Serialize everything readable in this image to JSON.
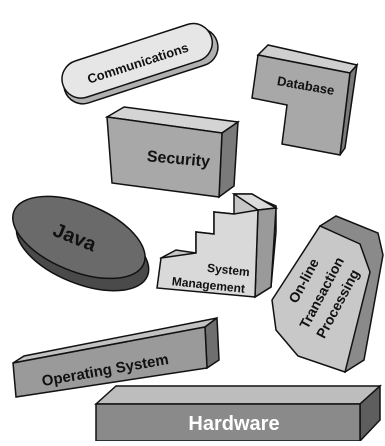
{
  "components": {
    "communications": {
      "label": "Communications"
    },
    "database": {
      "label": "Database"
    },
    "security": {
      "label": "Security"
    },
    "java": {
      "label": "Java"
    },
    "system_management": {
      "label_line1": "System",
      "label_line2": "Management"
    },
    "oltp": {
      "label_line1": "On-line",
      "label_line2": "Transaction",
      "label_line3": "Processing"
    },
    "operating_system": {
      "label": "Operating System"
    },
    "hardware": {
      "label": "Hardware"
    }
  },
  "colors": {
    "outline": "#111111",
    "light_face": "#d9d9d9",
    "mid_face": "#a8a8a8",
    "dark_face": "#7a7a7a",
    "java_face": "#6a6a6a",
    "java_side": "#4a4a4a",
    "hardware_text": "#ffffff"
  }
}
